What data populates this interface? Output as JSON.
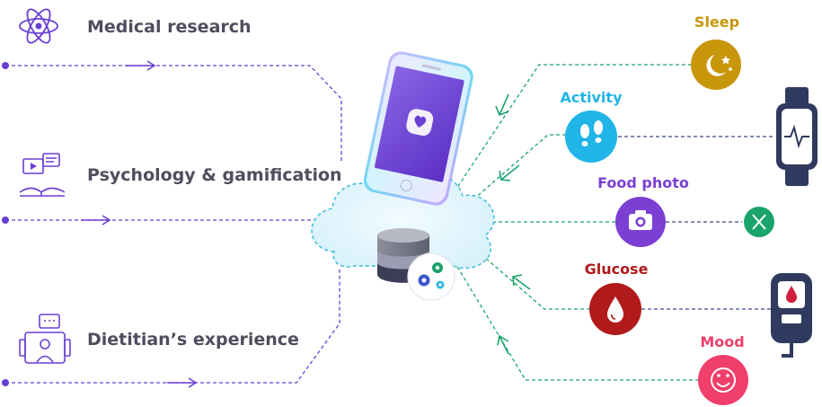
{
  "left_inputs": [
    {
      "label": "Medical research",
      "icon": "atom-icon"
    },
    {
      "label": "Psychology & gamification",
      "icon": "chat-book-icon"
    },
    {
      "label": "Dietitian’s experience",
      "icon": "video-call-icon"
    }
  ],
  "right_sources": [
    {
      "label": "Sleep",
      "icon": "moon-stars-icon",
      "color": "#c8960a"
    },
    {
      "label": "Activity",
      "icon": "footprints-icon",
      "color": "#21b4e8"
    },
    {
      "label": "Food photo",
      "icon": "camera-icon",
      "color": "#7b3fd4"
    },
    {
      "label": "Glucose",
      "icon": "blood-drop-icon",
      "color": "#b01a1a"
    },
    {
      "label": "Mood",
      "icon": "smiley-icon",
      "color": "#f03f6a"
    }
  ],
  "devices": [
    {
      "name": "smartwatch-icon"
    },
    {
      "name": "fork-knife-icon",
      "color": "#1aa36b"
    },
    {
      "name": "glucometer-icon"
    }
  ],
  "colors": {
    "purple": "#6a3fd4",
    "green": "#1aa36b",
    "navy": "#3a4a8a",
    "cloud_fill": "#e4f5fc",
    "cloud_stroke": "#35b8d8"
  }
}
